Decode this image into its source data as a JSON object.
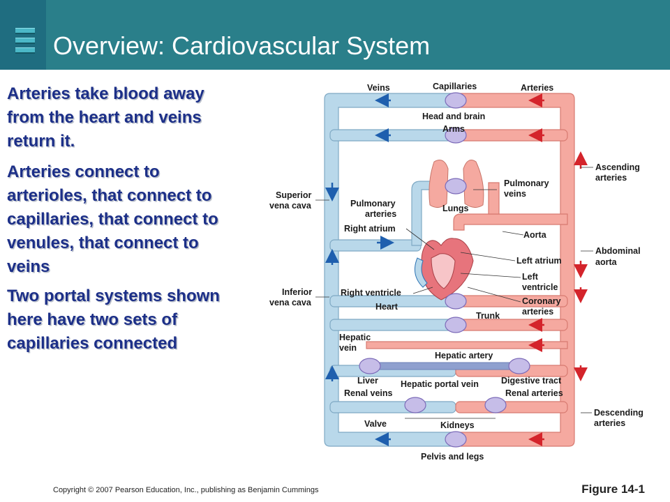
{
  "slide": {
    "title": "Overview: Cardiovascular System",
    "bullets": [
      "Arteries take blood away from the heart and veins return it.",
      "Arteries connect to arterioles, that connect to capillaries, that connect to venules, that connect to veins",
      "Two portal systems shown here have two sets of capillaries connected"
    ],
    "copyright": "Copyright © 2007 Pearson Education, Inc., publishing as Benjamin Cummings",
    "figure": "Figure 14-1"
  },
  "diagram": {
    "labels": {
      "veins": "Veins",
      "capillaries": "Capillaries",
      "arteries": "Arteries",
      "head_brain": "Head and brain",
      "arms": "Arms",
      "ascending_1": "Ascending",
      "ascending_2": "arteries",
      "svc_1": "Superior",
      "svc_2": "vena cava",
      "pulm_art_1": "Pulmonary",
      "pulm_art_2": "arteries",
      "pulm_vein_1": "Pulmonary",
      "pulm_vein_2": "veins",
      "lungs": "Lungs",
      "right_atrium": "Right atrium",
      "aorta": "Aorta",
      "abdominal_1": "Abdominal",
      "abdominal_2": "aorta",
      "left_atrium": "Left atrium",
      "left_ventricle_1": "Left",
      "left_ventricle_2": "ventricle",
      "ivc_1": "Inferior",
      "ivc_2": "vena cava",
      "right_ventricle": "Right ventricle",
      "heart": "Heart",
      "coronary_1": "Coronary",
      "coronary_2": "arteries",
      "trunk": "Trunk",
      "hepatic_vein_1": "Hepatic",
      "hepatic_vein_2": "vein",
      "hepatic_artery": "Hepatic artery",
      "liver": "Liver",
      "hepatic_portal": "Hepatic portal vein",
      "digestive": "Digestive tract",
      "renal_veins": "Renal veins",
      "renal_arteries": "Renal arteries",
      "descending_1": "Descending",
      "descending_2": "arteries",
      "valve": "Valve",
      "kidneys": "Kidneys",
      "pelvis_legs": "Pelvis and legs"
    },
    "colors": {
      "vein_fill": "#b9d8ea",
      "vein_edge": "#7fa9c4",
      "artery_fill": "#f5a9a0",
      "artery_edge": "#d77a70",
      "capillary": "#9b8fc7",
      "portal": "#8fa0cf",
      "arrow_blue": "#1f5fae",
      "arrow_red": "#d4242b"
    }
  }
}
